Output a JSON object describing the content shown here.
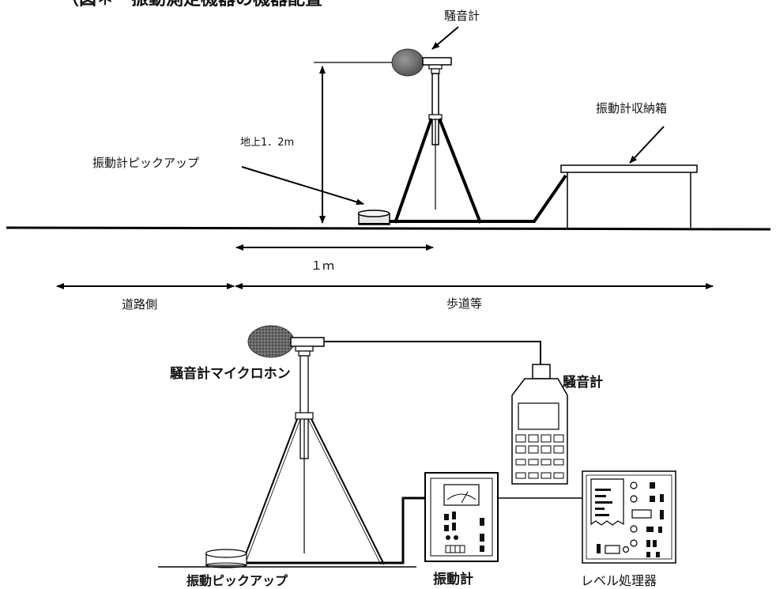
{
  "heading": "（図＊　振動測定機器の機器配置",
  "side_view": {
    "sound_meter_label": "騒音計",
    "storage_box_label": "振動計収納箱",
    "height_label": "地上1．2m",
    "pickup_label": "振動計ピックアップ",
    "distance_label": "１ｍ",
    "road_side_label": "道路側",
    "sidewalk_label": "歩道等"
  },
  "equipment_view": {
    "microphone_label": "騒音計マイクロホン",
    "sound_meter_label": "騒音計",
    "pickup_label": "振動ピックアップ",
    "vibration_meter_label": "振動計",
    "level_processor_label": "レベル処理器"
  }
}
